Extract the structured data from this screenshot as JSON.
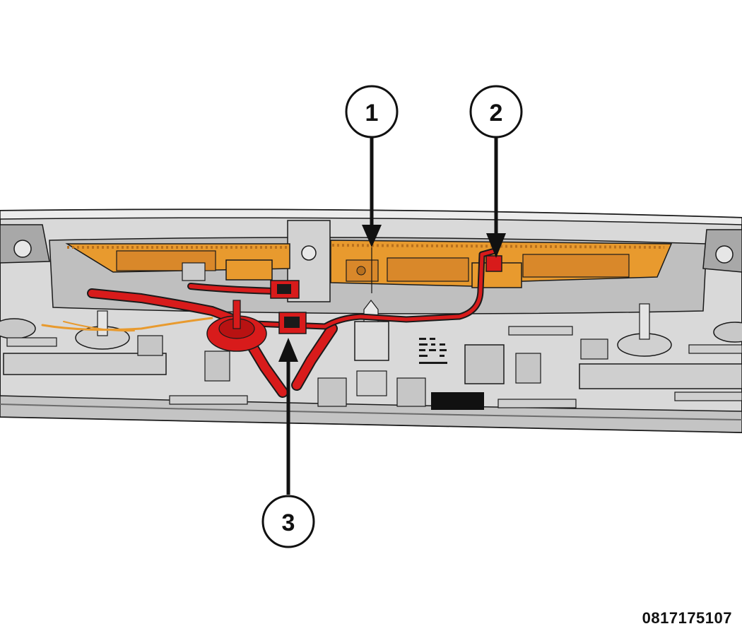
{
  "figure_id": "0817175107",
  "callouts": [
    {
      "label": "1"
    },
    {
      "label": "2"
    },
    {
      "label": "3"
    }
  ],
  "colors": {
    "housing": "#d7d7d7",
    "housing_dark": "#9a9a9a",
    "lamp_amber": "#e89a2e",
    "harness_red": "#d81b1b",
    "outline": "#1a1a1a",
    "callout_stroke": "#111111"
  }
}
